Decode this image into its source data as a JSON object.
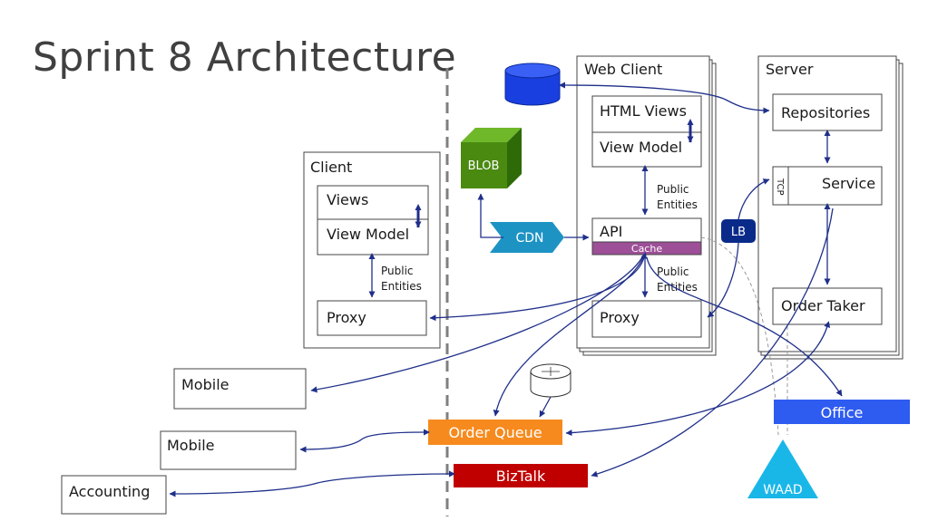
{
  "title": "Sprint 8 Architecture",
  "client": {
    "label": "Client",
    "views": "Views",
    "view_model": "View Model",
    "public_entities": [
      "Public",
      "Entities"
    ],
    "proxy": "Proxy"
  },
  "web_client": {
    "label": "Web Client",
    "html_views": "HTML Views",
    "view_model": "View Model",
    "public_entities_upper": [
      "Public",
      "Entities"
    ],
    "api": "API",
    "cache": "Cache",
    "public_entities_lower": [
      "Public",
      "Entities"
    ],
    "proxy": "Proxy"
  },
  "server": {
    "label": "Server",
    "repositories": "Repositories",
    "tcp": "TCP",
    "service": "Service",
    "order_taker": "Order Taker"
  },
  "blob": "BLOB",
  "cdn": "CDN",
  "lb": "LB",
  "mobile_1": "Mobile",
  "mobile_2": "Mobile",
  "accounting": "Accounting",
  "order_queue": "Order Queue",
  "biztalk": "BizTalk",
  "office": "Office",
  "waad": "WAAD",
  "colors": {
    "connector": "#1f2f8a",
    "database": "#1a3fe0",
    "blob": "#4a8a10",
    "cdn": "#1d93c4",
    "lb": "#0a2a8a",
    "cache": "#9d4f97",
    "order_queue": "#f68a1e",
    "biztalk": "#c00000",
    "office": "#2e5bf0",
    "waad": "#19b7e8"
  }
}
